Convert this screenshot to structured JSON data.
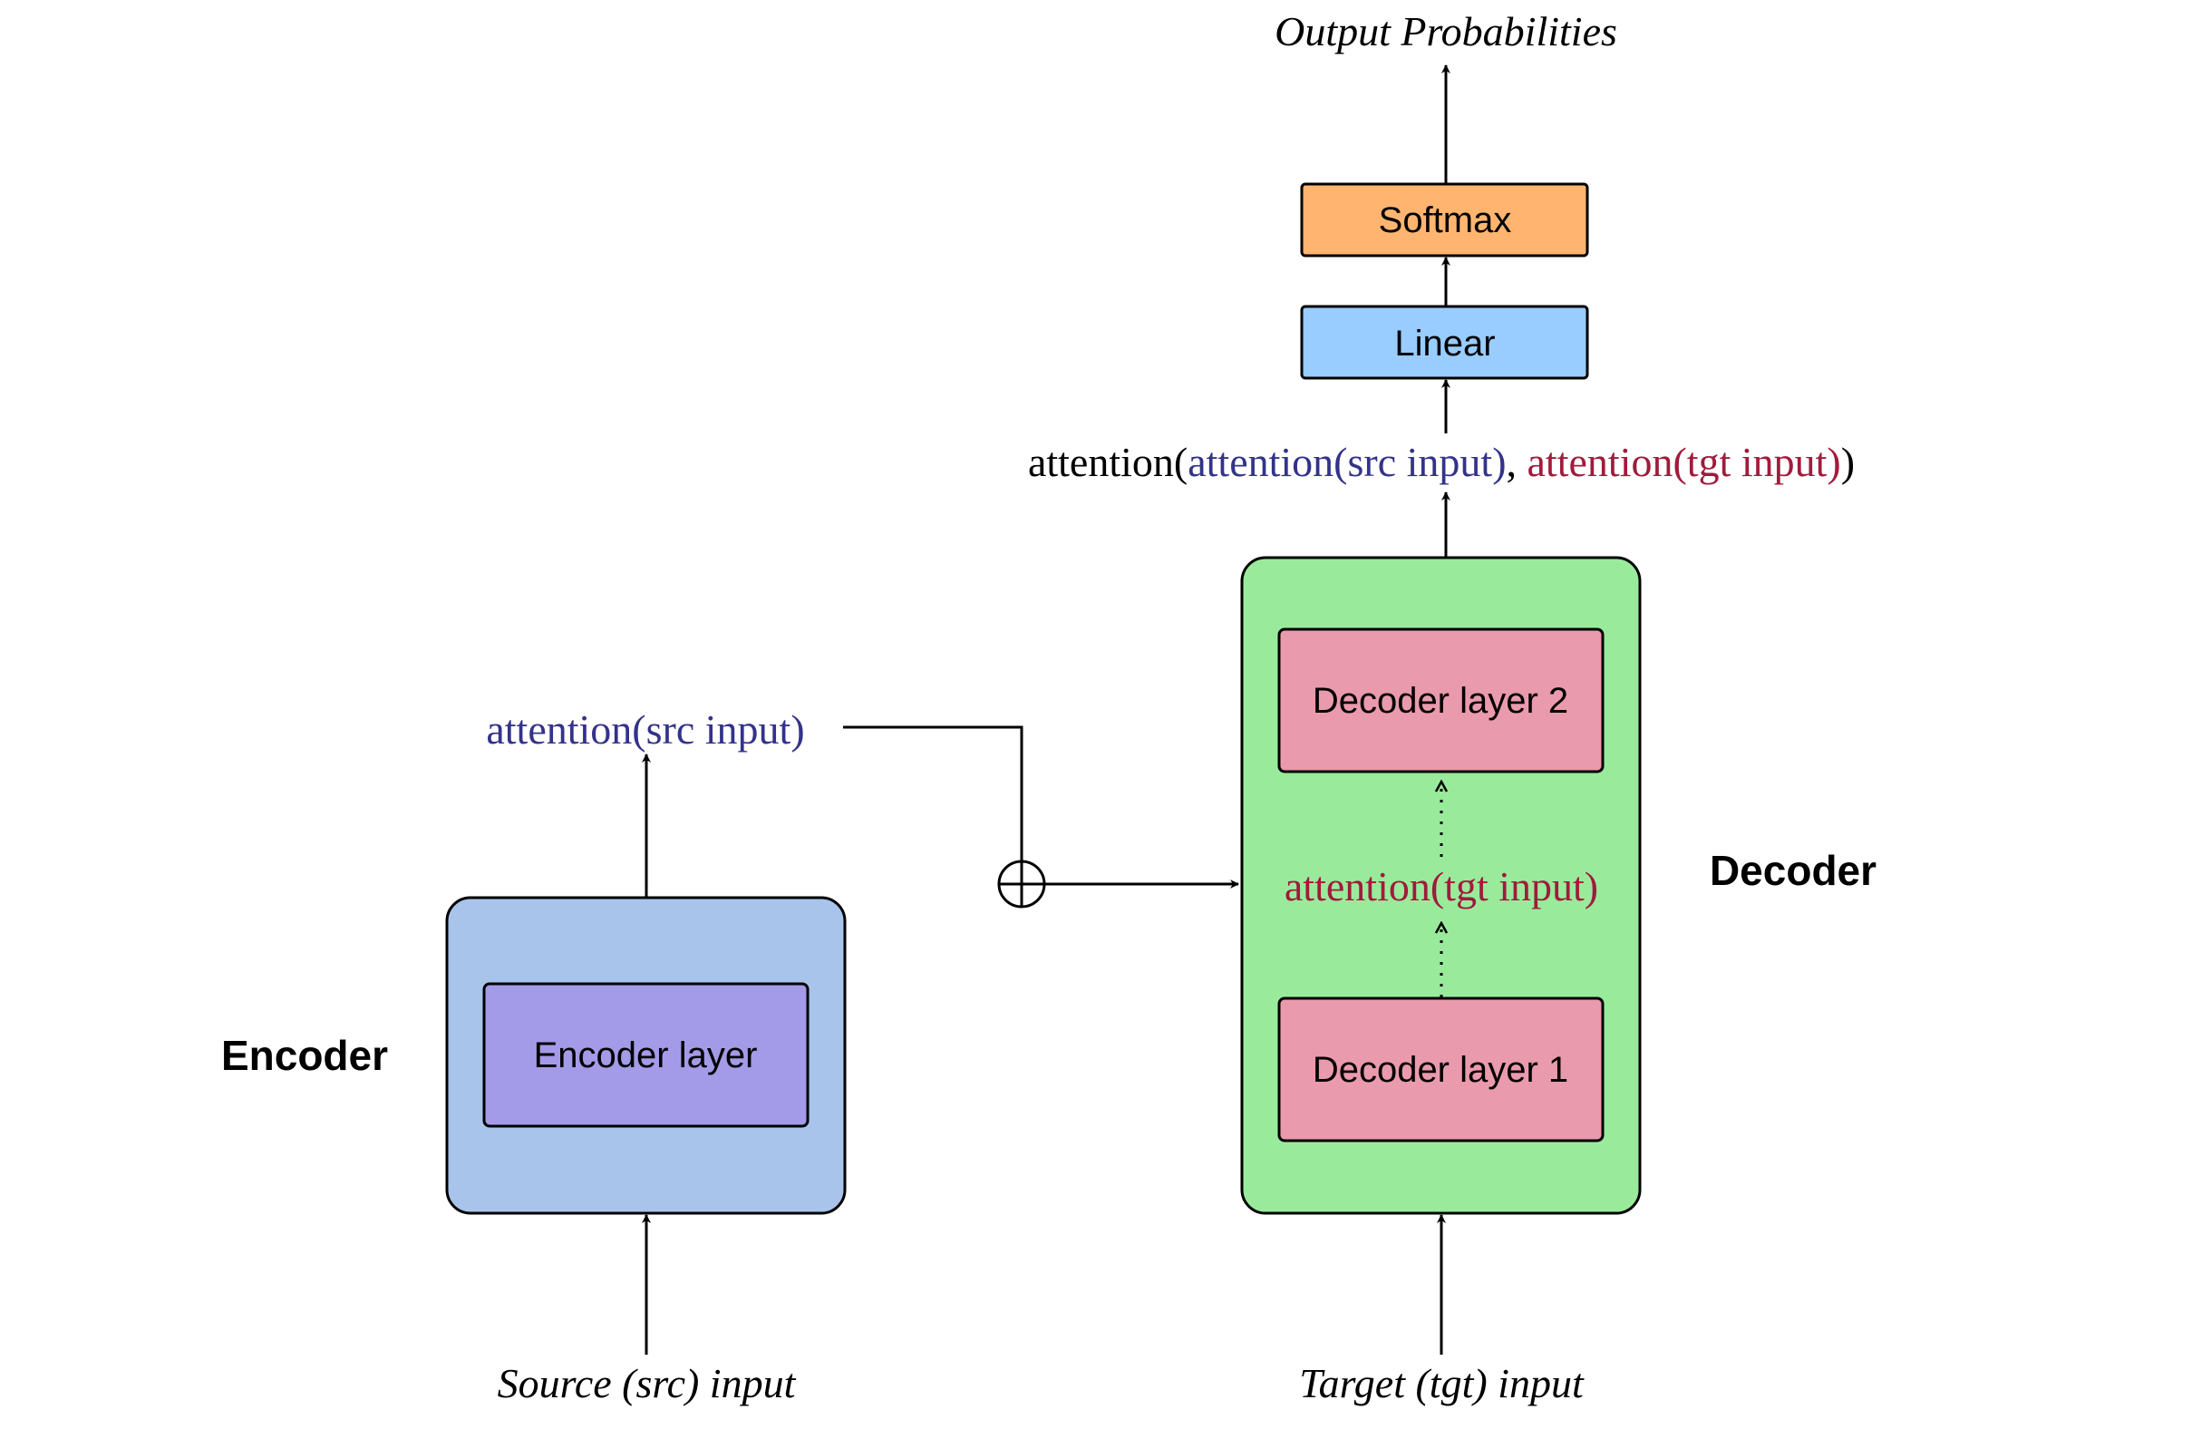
{
  "colors": {
    "encoder_block": "#a9c4eb",
    "encoder_layer": "#a39be8",
    "decoder_block": "#99eb9b",
    "decoder_layer": "#ea9aad",
    "linear": "#99ccff",
    "softmax": "#ffb570",
    "src_attention": "#33338a",
    "tgt_attention": "#a01b3c"
  },
  "labels": {
    "output": "Output Probabilities",
    "softmax": "Softmax",
    "linear": "Linear",
    "combined": {
      "prefix": "attention(",
      "src": "attention(src input)",
      "sep": ", ",
      "tgt": "attention(tgt input)",
      "suffix": ")"
    },
    "encoder_output": "attention(src input)",
    "decoder": "Decoder",
    "encoder": "Encoder",
    "decoder_layer_2": "Decoder layer 2",
    "decoder_layer_1": "Decoder layer 1",
    "decoder_attention": "attention(tgt input)",
    "encoder_layer": "Encoder layer",
    "source_input": "Source (src) input",
    "target_input": "Target (tgt) input"
  }
}
